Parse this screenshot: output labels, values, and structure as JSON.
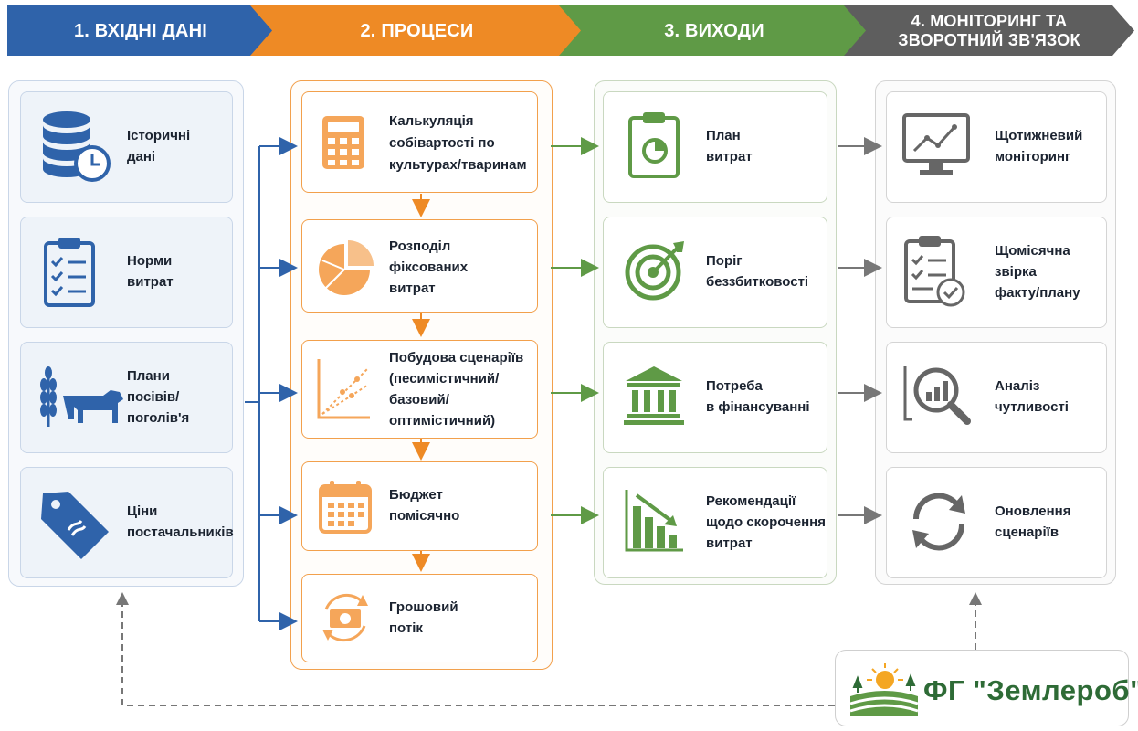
{
  "colors": {
    "blue": "#2f63aa",
    "orange": "#ee8a25",
    "green": "#5f9a46",
    "grey": "#666666",
    "blue_border": "#c9d6e8",
    "orange_border": "#f2a04c",
    "green_border": "#c9d8c0",
    "grey_border": "#d4d4d4"
  },
  "header": {
    "step1": "1. ВХІДНІ ДАНІ",
    "step2": "2. ПРОЦЕСИ",
    "step3": "3. ВИХОДИ",
    "step4_line1": "4. МОНІТОРИНГ ТА",
    "step4_line2": "ЗВОРОТНИЙ ЗВ'ЯЗОК"
  },
  "inputs": [
    {
      "icon": "database-clock-icon",
      "line1": "Історичні",
      "line2": "дані"
    },
    {
      "icon": "clipboard-checklist-icon",
      "line1": "Норми",
      "line2": "витрат"
    },
    {
      "icon": "wheat-cow-icon",
      "line1": "Плани",
      "line2": "посівів/",
      "line3": "поголів'я"
    },
    {
      "icon": "price-tag-icon",
      "line1": "Ціни",
      "line2": "постачальників"
    }
  ],
  "processes": [
    {
      "icon": "calculator-icon",
      "line1": "Калькуляція",
      "line2": "собівартості по",
      "line3": "культурах/тваринам"
    },
    {
      "icon": "pie-chart-icon",
      "line1": "Розподіл",
      "line2": "фіксованих",
      "line3": "витрат"
    },
    {
      "icon": "scenario-chart-icon",
      "line1": "Побудова сценаріїв",
      "line2": "(песимістичний/",
      "line3": "базовий/",
      "line4": "оптимістичний)"
    },
    {
      "icon": "calendar-icon",
      "line1": "Бюджет",
      "line2": "помісячно"
    },
    {
      "icon": "cash-flow-icon",
      "line1": "Грошовий",
      "line2": "потік"
    }
  ],
  "outputs": [
    {
      "icon": "plan-clipboard-icon",
      "line1": "План",
      "line2": "витрат"
    },
    {
      "icon": "target-icon",
      "line1": "Поріг",
      "line2": "беззбитковості"
    },
    {
      "icon": "bank-icon",
      "line1": "Потреба",
      "line2": "в фінансуванні"
    },
    {
      "icon": "declining-chart-icon",
      "line1": "Рекомендації",
      "line2": "щодо скорочення",
      "line3": "витрат"
    }
  ],
  "monitoring": [
    {
      "icon": "monitor-chart-icon",
      "line1": "Щотижневий",
      "line2": "моніторинг"
    },
    {
      "icon": "clipboard-check-icon",
      "line1": "Щомісячна",
      "line2": "звірка",
      "line3": "факту/плану"
    },
    {
      "icon": "magnifier-chart-icon",
      "line1": "Аналіз",
      "line2": "чутливості"
    },
    {
      "icon": "refresh-icon",
      "line1": "Оновлення",
      "line2": "сценаріїв"
    }
  ],
  "logo": {
    "icon": "farm-sun-field-icon",
    "text": "ФГ \"Землероб\""
  }
}
